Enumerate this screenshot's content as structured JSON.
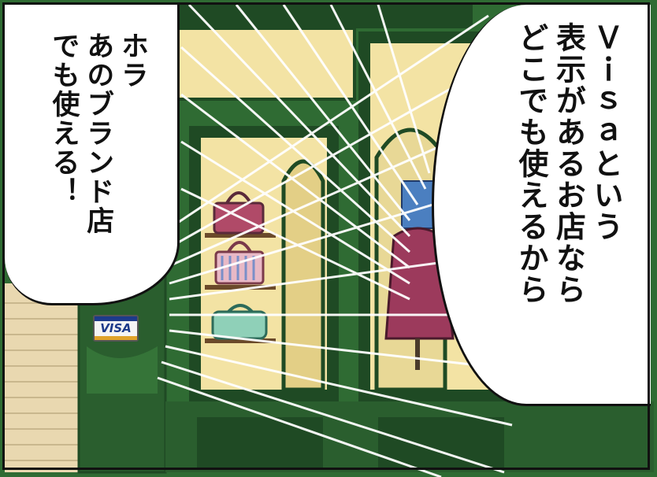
{
  "bubbles": {
    "left": {
      "lines": [
        "ホラ",
        "あのブランド店",
        "でも使える！"
      ]
    },
    "right": {
      "lines": [
        "Ｖｉｓａという",
        "表示があるお店なら",
        "どこでも使えるから"
      ]
    }
  },
  "sticker": {
    "label": "VISA"
  },
  "colors": {
    "shop_green": "#2f6b33",
    "dark_green": "#1f4a24",
    "window_yellow": "#f3e3a4",
    "wall_beige": "#e9d8b0",
    "ink": "#111111"
  }
}
